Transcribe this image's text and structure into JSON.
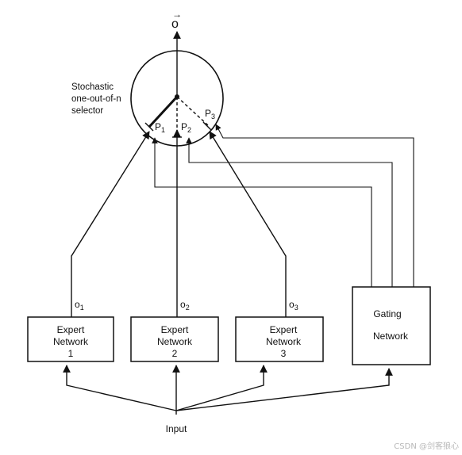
{
  "output": {
    "label": "o",
    "vector_mark": "→"
  },
  "selector": {
    "lines": [
      "Stochastic",
      "one-out-of-n",
      "selector"
    ]
  },
  "probabilities": [
    {
      "label": "P",
      "sub": "1"
    },
    {
      "label": "P",
      "sub": "2"
    },
    {
      "label": "P",
      "sub": "3"
    }
  ],
  "expert_outputs": [
    {
      "label": "o",
      "sub": "1"
    },
    {
      "label": "o",
      "sub": "2"
    },
    {
      "label": "o",
      "sub": "3"
    }
  ],
  "experts": [
    {
      "line1": "Expert",
      "line2": "Network",
      "line3": "1"
    },
    {
      "line1": "Expert",
      "line2": "Network",
      "line3": "2"
    },
    {
      "line1": "Expert",
      "line2": "Network",
      "line3": "3"
    }
  ],
  "gating": {
    "line1": "Gating",
    "line2": "Network"
  },
  "input": {
    "label": "Input"
  },
  "watermark": "CSDN @剑客狼心"
}
